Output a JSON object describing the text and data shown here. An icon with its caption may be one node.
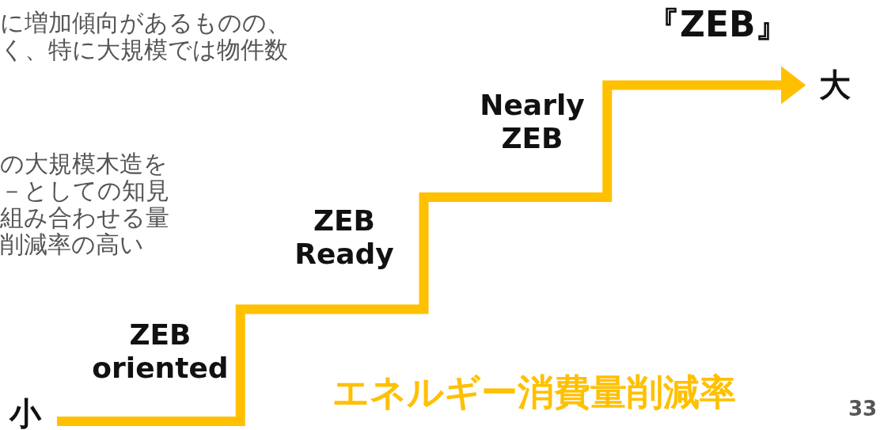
{
  "diagram": {
    "nodes": [
      {
        "text": [
          "小"
        ]
      },
      {
        "text": [
          "大"
        ]
      }
    ],
    "edges": [
      {
        "from": 0,
        "to": 1,
        "arrow": "to"
      }
    ],
    "labels": [
      "に増加傾向があるものの、く、特に大規模では物件数",
      "の大規模木造を－としての知見組み合わせる量削減率の高い",
      "『ZEB』",
      "Nearly ZEB",
      "ZEB Ready",
      "ZEB oriented",
      "エネルギー消費量削減率",
      "33"
    ]
  }
}
